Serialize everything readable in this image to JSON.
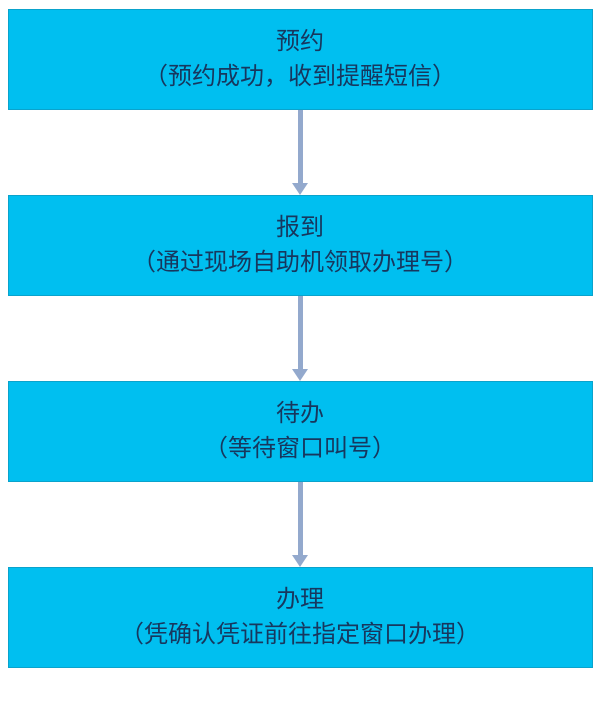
{
  "diagram": {
    "title": "service-appointment-flow",
    "colors": {
      "box_fill": "#00bff0",
      "box_border": "#0aa3cc",
      "arrow": "#93a9cd",
      "text": "#17375e"
    },
    "steps": [
      {
        "title": "预约",
        "subtitle": "（预约成功，收到提醒短信）"
      },
      {
        "title": "报到",
        "subtitle": "（通过现场自助机领取办理号）"
      },
      {
        "title": "待办",
        "subtitle": "（等待窗口叫号）"
      },
      {
        "title": "办理",
        "subtitle": "（凭确认凭证前往指定窗口办理）"
      }
    ]
  }
}
